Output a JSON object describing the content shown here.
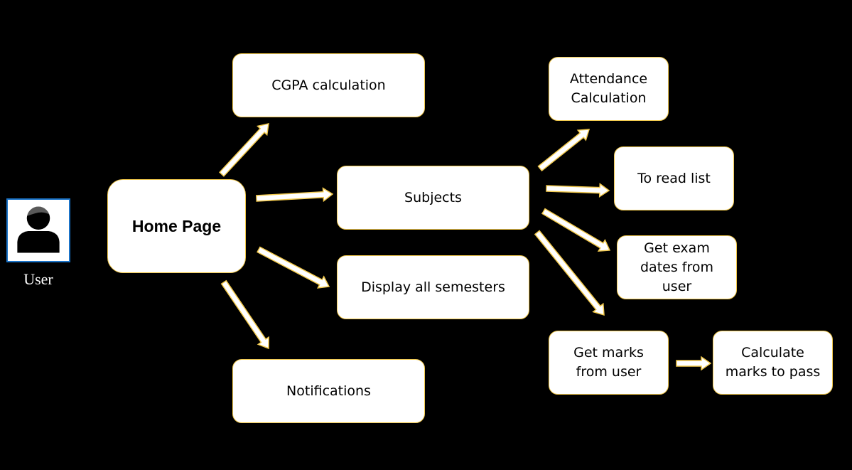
{
  "actor": {
    "icon": "user-icon",
    "label": "User"
  },
  "nodes": {
    "home": "Home Page",
    "cgpa": "CGPA calculation",
    "subjects": "Subjects",
    "semesters": "Display all semesters",
    "notifications": "Notifications",
    "attendance": "Attendance\nCalculation",
    "read_list": "To read list",
    "exam_dates": "Get exam\ndates from\nuser",
    "marks": "Get marks\nfrom user",
    "calc_pass": "Calculate\nmarks to pass"
  },
  "edges": [
    {
      "from": "home",
      "to": "cgpa"
    },
    {
      "from": "home",
      "to": "subjects"
    },
    {
      "from": "home",
      "to": "semesters"
    },
    {
      "from": "home",
      "to": "notifications"
    },
    {
      "from": "subjects",
      "to": "attendance"
    },
    {
      "from": "subjects",
      "to": "read_list"
    },
    {
      "from": "subjects",
      "to": "exam_dates"
    },
    {
      "from": "subjects",
      "to": "marks"
    },
    {
      "from": "marks",
      "to": "calc_pass"
    }
  ],
  "colors": {
    "background": "#000000",
    "node_fill": "#ffffff",
    "node_border": "#f2c94c",
    "arrow_fill": "#ffffff",
    "arrow_outline": "#f2c94c",
    "user_border": "#1a73c8",
    "label_text": "#ffffff"
  }
}
